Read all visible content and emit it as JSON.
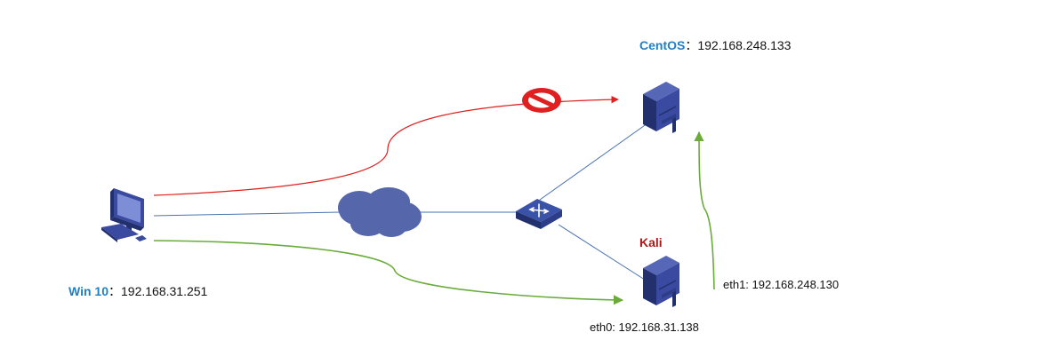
{
  "colors": {
    "win_name": "#1f7fc6",
    "centos_name": "#1f7fc6",
    "kali_name": "#b01818",
    "blocked_link": "#e02020",
    "allowed_link": "#6aab3a",
    "network_link": "#4a72b0",
    "device": "#3a4aa0",
    "cloud": "#5566aa"
  },
  "nodes": {
    "win": {
      "name": "Win 10",
      "separator": "：",
      "ip": "192.168.31.251",
      "icon": "desktop-pc-icon"
    },
    "centos": {
      "name": "CentOS",
      "separator": "：",
      "ip": "192.168.248.133",
      "icon": "server-tower-icon"
    },
    "kali": {
      "name": "Kali",
      "icon": "server-tower-icon"
    },
    "network": {
      "icon": "cloud-icon"
    },
    "switch": {
      "icon": "network-switch-icon"
    }
  },
  "interfaces": {
    "eth0": "eth0: 192.168.31.138",
    "eth1": "eth1: 192.168.248.130"
  },
  "blocked_icon": "no-entry-icon"
}
